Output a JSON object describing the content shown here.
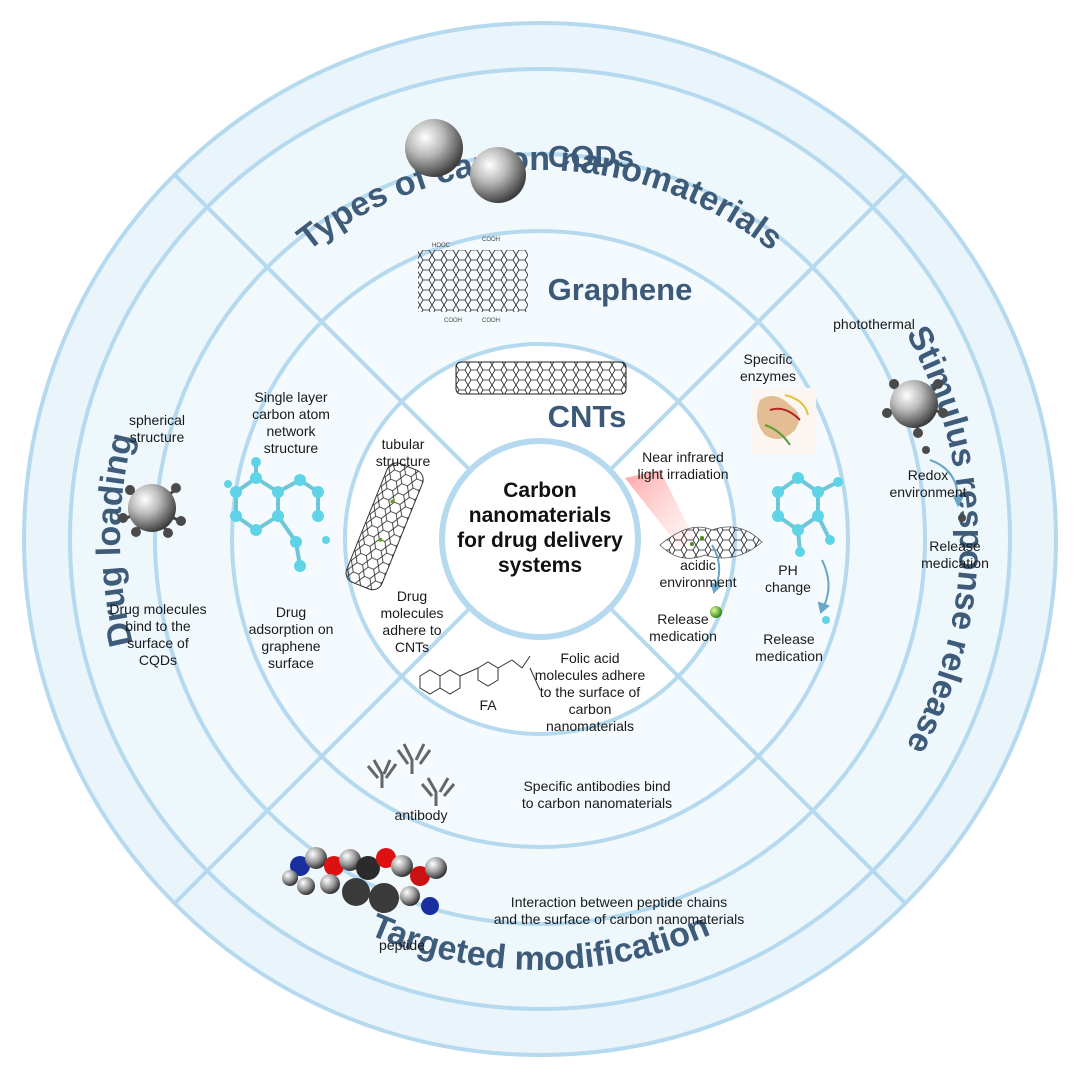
{
  "center": {
    "title": "Carbon\nnanomaterials\nfor drug delivery\nsystems"
  },
  "ring_labels": {
    "types": "Types of carbon nanomaterials",
    "stimulus": "Stimulus response release",
    "targeted": "Targeted modification",
    "loading": "Drug loading"
  },
  "materials": {
    "cqds": "CQDs",
    "graphene": "Graphene",
    "cnts": "CNTs"
  },
  "drug_loading": {
    "spherical": "spherical\nstructure",
    "single_layer": "Single layer\ncarbon atom\nnetwork\nstructure",
    "tubular": "tubular\nstructure",
    "cqd_bind": "Drug molecules\nbind to the\nsurface of\nCQDs",
    "graphene_adsorb": "Drug\nadsorption on\ngraphene\nsurface",
    "cnt_adhere": "Drug\nmolecules\nadhere to\nCNTs"
  },
  "targeted": {
    "fa": "FA",
    "folic": "Folic acid\nmolecules adhere\nto the surface of\ncarbon\nnanomaterials",
    "antibody": "antibody",
    "antibody_desc": "Specific antibodies bind\nto carbon nanomaterials",
    "peptide": "peptide",
    "peptide_desc": "Interaction between peptide chains\nand the surface of carbon nanomaterials"
  },
  "stimulus": {
    "nir": "Near infrared\nlight irradiation",
    "acidic": "acidic\nenvironment",
    "release_inner": "Release\nmedication",
    "enzymes": "Specific\nenzymes",
    "ph": "PH\nchange",
    "release_mid": "Release\nmedication",
    "photothermal": "photothermal",
    "redox": "Redox\nenvironment",
    "release_outer": "Release\nmedication"
  },
  "colors": {
    "ring_fill": "#e9f4fb",
    "ring_stroke": "#b5d9ee",
    "title_blue": "#3c5a78"
  }
}
